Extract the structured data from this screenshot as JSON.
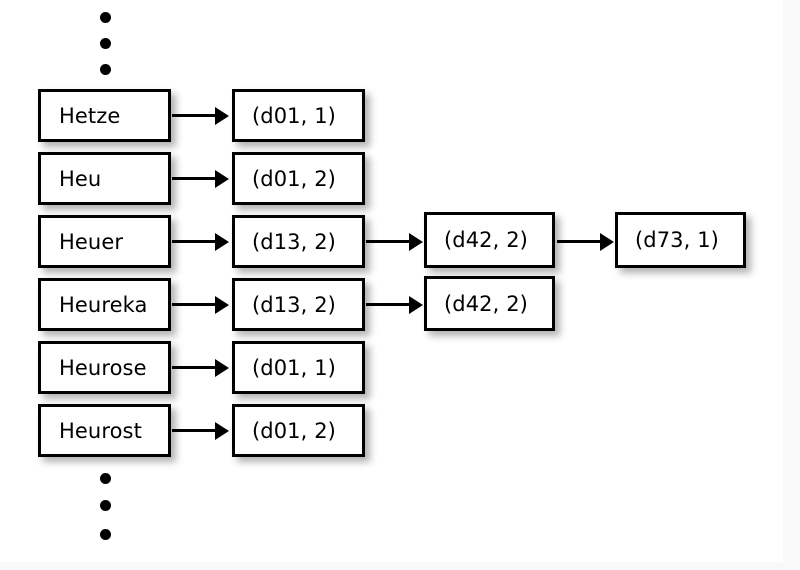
{
  "diagram": {
    "title": "inverted index term-to-postings chain",
    "colors": {
      "background": "#ffffff",
      "page_edge": "#f9f9f9",
      "box_fill": "#ffffff",
      "box_border": "#000000",
      "arrow": "#000000",
      "text": "#000000"
    },
    "columns": [
      {
        "name": "dictionary-terms"
      },
      {
        "name": "postings-block-1"
      },
      {
        "name": "postings-block-2"
      },
      {
        "name": "postings-block-3"
      }
    ],
    "rows": [
      {
        "term": "Hetze",
        "postings": [
          "(d01, 1)"
        ]
      },
      {
        "term": "Heu",
        "postings": [
          "(d01, 2)"
        ]
      },
      {
        "term": "Heuer",
        "postings": [
          "(d13, 2)",
          "(d42, 2)",
          "(d73, 1)"
        ]
      },
      {
        "term": "Heureka",
        "postings": [
          "(d13, 2)",
          "(d42, 2)"
        ]
      },
      {
        "term": "Heurose",
        "postings": [
          "(d01, 1)"
        ]
      },
      {
        "term": "Heurost",
        "postings": [
          "(d01, 2)"
        ]
      }
    ],
    "ellipsis_top": {
      "name": "vertical-ellipsis-above",
      "count": 3
    },
    "ellipsis_bottom": {
      "name": "vertical-ellipsis-below",
      "count": 3
    }
  }
}
